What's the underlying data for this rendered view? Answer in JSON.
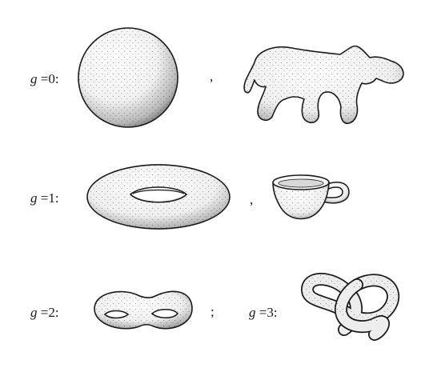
{
  "rows": [
    {
      "genus_symbol": "g",
      "genus_text": " =0:",
      "separator": ",",
      "shapes": [
        {
          "name": "sphere"
        },
        {
          "name": "blob-animal"
        }
      ]
    },
    {
      "genus_symbol": "g",
      "genus_text": " =1:",
      "separator": ",",
      "shapes": [
        {
          "name": "torus"
        },
        {
          "name": "coffee-cup"
        }
      ]
    },
    {
      "genus_symbol": "g",
      "genus_text": " =2:",
      "separator": ";",
      "shapes": [
        {
          "name": "double-torus"
        }
      ]
    },
    {
      "genus_symbol": "g",
      "genus_text": " =3:",
      "separator": "",
      "shapes": [
        {
          "name": "pretzel"
        }
      ]
    }
  ],
  "colors": {
    "ink": "#1a1a1a",
    "paper": "#ffffff"
  }
}
